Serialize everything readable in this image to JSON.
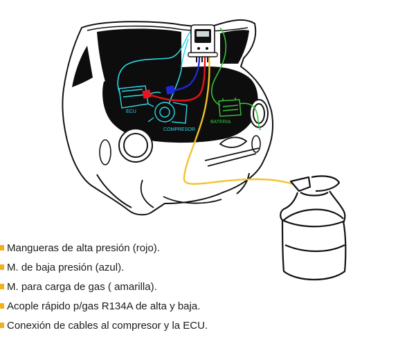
{
  "labels": {
    "ecu": "ECU",
    "compressor": "COMPRESOR",
    "battery": "BATERIA"
  },
  "legend": [
    "Mangueras de alta presión (rojo).",
    "M. de baja presión (azul).",
    "M. para carga de gas ( amarilla).",
    "Acople rápido p/gas R134A de alta y baja.",
    "Conexión de cables al compresor y la ECU."
  ],
  "colors": {
    "high_pressure": "#e8141e",
    "low_pressure": "#1e28d8",
    "gas_charge": "#f2c32a",
    "cable": "#2ed9e8",
    "battery": "#38c43a",
    "bullet": "#f2b01e"
  }
}
